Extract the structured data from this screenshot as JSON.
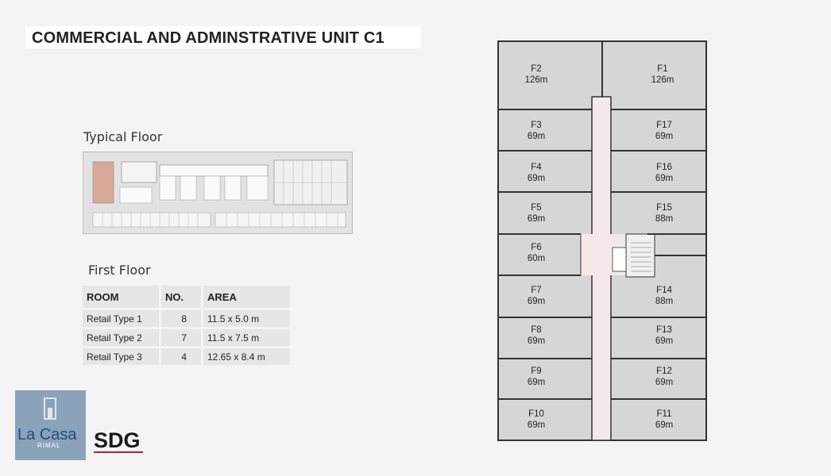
{
  "title": "COMMERCIAL AND ADMINSTRATIVE UNIT  C1",
  "typical_floor_label": "Typical Floor",
  "first_floor_label": "First Floor",
  "table": {
    "headers": [
      "ROOM",
      "NO.",
      "AREA"
    ],
    "rows": [
      {
        "room": "Retail Type 1",
        "no": "8",
        "area": "11.5 x 5.0 m"
      },
      {
        "room": "Retail Type 2",
        "no": "7",
        "area": "11.5 x 7.5 m"
      },
      {
        "room": "Retail Type 3",
        "no": "4",
        "area": "12.65 x 8.4 m"
      }
    ]
  },
  "units": {
    "F1": {
      "name": "F1",
      "area": "126m"
    },
    "F2": {
      "name": "F2",
      "area": "126m"
    },
    "F3": {
      "name": "F3",
      "area": "69m"
    },
    "F4": {
      "name": "F4",
      "area": "69m"
    },
    "F5": {
      "name": "F5",
      "area": "69m"
    },
    "F6": {
      "name": "F6",
      "area": "60m"
    },
    "F7": {
      "name": "F7",
      "area": "69m"
    },
    "F8": {
      "name": "F8",
      "area": "69m"
    },
    "F9": {
      "name": "F9",
      "area": "69m"
    },
    "F10": {
      "name": "F10",
      "area": "69m"
    },
    "F11": {
      "name": "F11",
      "area": "69m"
    },
    "F12": {
      "name": "F12",
      "area": "69m"
    },
    "F13": {
      "name": "F13",
      "area": "69m"
    },
    "F14": {
      "name": "F14",
      "area": "88m"
    },
    "F15": {
      "name": "F15",
      "area": "88m"
    },
    "F16": {
      "name": "F16",
      "area": "69m"
    },
    "F17": {
      "name": "F17",
      "area": "69m"
    }
  },
  "logos": {
    "lacasa_text": "La Casa",
    "rimal_text": "RIMAL",
    "sdg_text": "SDG"
  },
  "colors": {
    "unit_fill": "#d6d6d6",
    "corridor_fill": "#f4e9e9",
    "wall": "#333333"
  }
}
